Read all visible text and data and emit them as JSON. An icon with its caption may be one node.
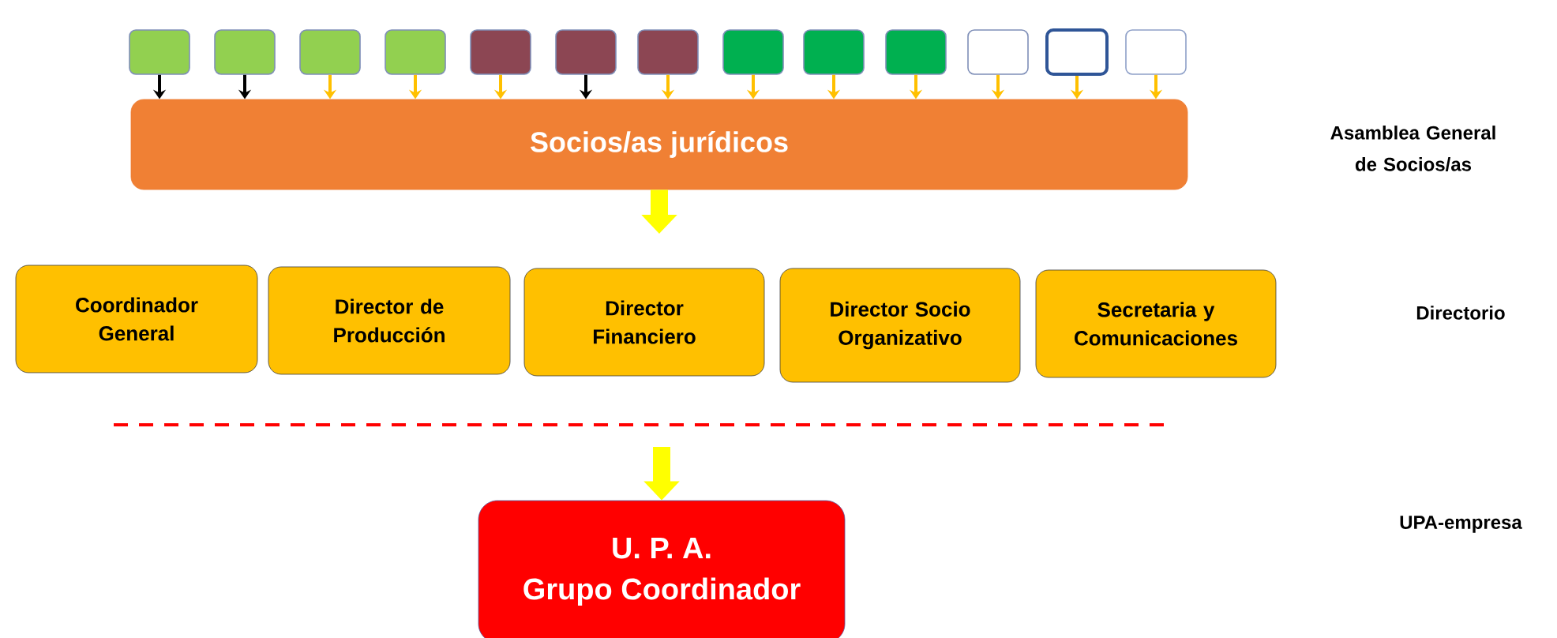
{
  "diagram": {
    "nodes": [
      {
        "text": [],
        "shape": "box"
      },
      {
        "text": [],
        "shape": "box"
      },
      {
        "text": [],
        "shape": "box"
      },
      {
        "text": [],
        "shape": "box"
      },
      {
        "text": [],
        "shape": "box"
      },
      {
        "text": [],
        "shape": "box"
      },
      {
        "text": [],
        "shape": "box"
      },
      {
        "text": [],
        "shape": "box"
      },
      {
        "text": [],
        "shape": "box"
      },
      {
        "text": [],
        "shape": "box"
      },
      {
        "text": [],
        "shape": "box"
      },
      {
        "text": [],
        "shape": "box"
      },
      {
        "text": [],
        "shape": "box"
      },
      {
        "text": [
          "Socios/as jurídicos"
        ]
      },
      {
        "text": [
          "Coordinador General"
        ]
      },
      {
        "text": [
          "Director de Producción"
        ]
      },
      {
        "text": [
          "Director Financiero"
        ]
      },
      {
        "text": [
          "Director Socio Organizativo"
        ]
      },
      {
        "text": [
          "Secretaria y Comunicaciones"
        ]
      },
      {
        "text": [
          "U. P. A.",
          "Grupo Coordinador"
        ]
      }
    ],
    "edges": [
      {
        "from": 0,
        "to": 13,
        "arrow": "to",
        "color": "#000000"
      },
      {
        "from": 1,
        "to": 13,
        "arrow": "to",
        "color": "#000000"
      },
      {
        "from": 2,
        "to": 13,
        "arrow": "to"
      },
      {
        "from": 3,
        "to": 13,
        "arrow": "to"
      },
      {
        "from": 4,
        "to": 13,
        "arrow": "to"
      },
      {
        "from": 5,
        "to": 13,
        "arrow": "to",
        "color": "#000000"
      },
      {
        "from": 6,
        "to": 13,
        "arrow": "to"
      },
      {
        "from": 7,
        "to": 13,
        "arrow": "to"
      },
      {
        "from": 8,
        "to": 13,
        "arrow": "to"
      },
      {
        "from": 9,
        "to": 13,
        "arrow": "to"
      },
      {
        "from": 10,
        "to": 13,
        "arrow": "to"
      },
      {
        "from": 11,
        "to": 13,
        "arrow": "to"
      },
      {
        "from": 12,
        "to": 13,
        "arrow": "to"
      },
      {
        "from": 13,
        "to": null,
        "arrow": "to",
        "style": "thick",
        "color": "#ffff00"
      },
      {
        "from": null,
        "to": 19,
        "arrow": "to",
        "style": "thick",
        "color": "#ffff00"
      }
    ],
    "labels": [
      "Asamblea General de Socios/as",
      "Directorio",
      "UPA-empresa"
    ]
  }
}
